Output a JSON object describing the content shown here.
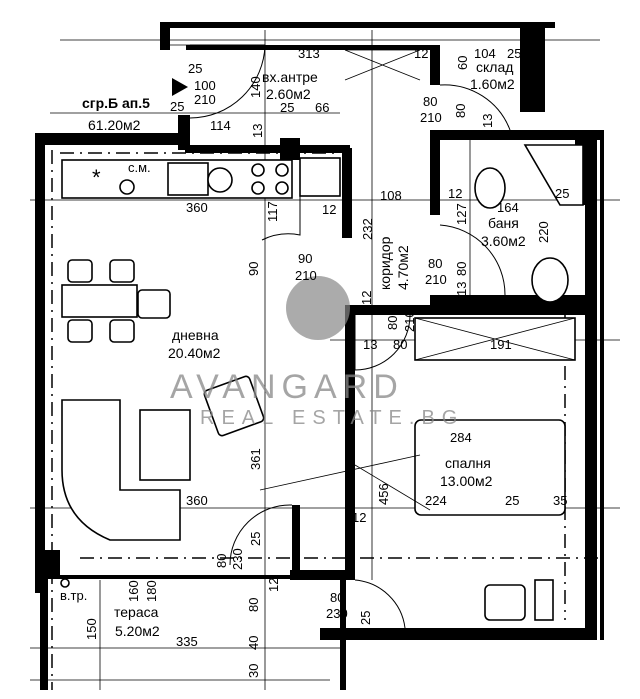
{
  "plan": {
    "apartment": {
      "label": "сгр.Б ап.5",
      "area": "61.20м2"
    },
    "rooms": {
      "entry": {
        "name": "вх.антре",
        "area": "2.60м2"
      },
      "storage": {
        "name": "склад",
        "area": "1.60м2"
      },
      "bath": {
        "name": "баня",
        "area": "3.60м2"
      },
      "corridor": {
        "name": "коридор",
        "area": "4.70м2"
      },
      "living": {
        "name": "дневна",
        "area": "20.40м2"
      },
      "bedroom": {
        "name": "спалня",
        "area": "13.00м2"
      },
      "terrace": {
        "name": "тераса",
        "area": "5.20м2"
      }
    },
    "fixtures": {
      "washing_machine": "с.м.",
      "drain_pipe": "в.тр."
    },
    "dims": [
      "313",
      "12",
      "104",
      "25",
      "60",
      "25",
      "100",
      "210",
      "25",
      "114",
      "140",
      "25",
      "66",
      "13",
      "80",
      "210",
      "80",
      "13",
      "360",
      "117",
      "12",
      "108",
      "12",
      "127",
      "164",
      "220",
      "25",
      "232",
      "90",
      "90",
      "210",
      "80",
      "210",
      "80",
      "13",
      "12",
      "80",
      "210",
      "13",
      "80",
      "191",
      "284",
      "361",
      "456",
      "224",
      "25",
      "35",
      "360",
      "12",
      "25",
      "80",
      "230",
      "12",
      "160",
      "180",
      "150",
      "80",
      "335",
      "40",
      "30",
      "80",
      "230",
      "25"
    ],
    "watermark": {
      "brand": "AVANGARD",
      "sub": "REAL ESTATE.BG"
    }
  }
}
